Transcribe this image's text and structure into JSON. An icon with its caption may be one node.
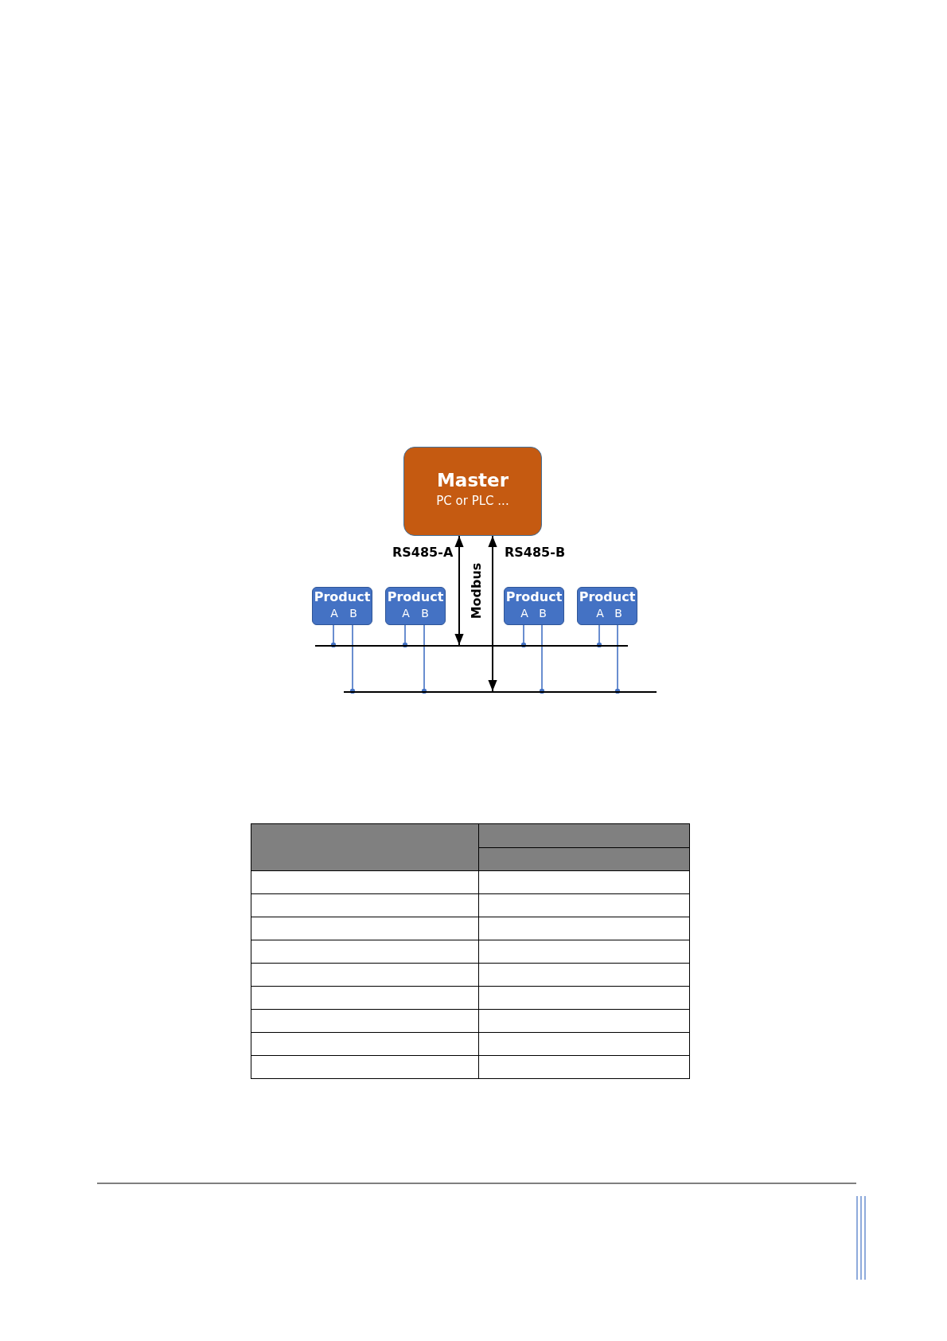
{
  "diagram": {
    "nodes": [
      {
        "text": [
          "Master",
          "PC or PLC ..."
        ]
      },
      {
        "text": [
          "Product",
          "A",
          "B"
        ]
      },
      {
        "text": [
          "Product",
          "A",
          "B"
        ]
      },
      {
        "text": [
          "Product",
          "A",
          "B"
        ]
      },
      {
        "text": [
          "Product",
          "A",
          "B"
        ]
      },
      {
        "text": [],
        "shape": "bar"
      },
      {
        "text": [],
        "shape": "bar"
      }
    ],
    "edges": [
      {
        "from": 0,
        "to": 5,
        "arrow": "both",
        "label": "RS485-A",
        "color": "#000000"
      },
      {
        "from": 0,
        "to": 6,
        "arrow": "both",
        "label": "RS485-B",
        "color": "#000000"
      },
      {
        "from": 1,
        "to": 5,
        "arrow": "other"
      },
      {
        "from": 1,
        "to": 6,
        "arrow": "other"
      },
      {
        "from": 2,
        "to": 5,
        "arrow": "other"
      },
      {
        "from": 2,
        "to": 6,
        "arrow": "other"
      },
      {
        "from": 3,
        "to": 5,
        "arrow": "other"
      },
      {
        "from": 3,
        "to": 6,
        "arrow": "other"
      },
      {
        "from": 4,
        "to": 5,
        "arrow": "other"
      },
      {
        "from": 4,
        "to": 6,
        "arrow": "other"
      }
    ],
    "labels": [
      "Modbus"
    ]
  }
}
